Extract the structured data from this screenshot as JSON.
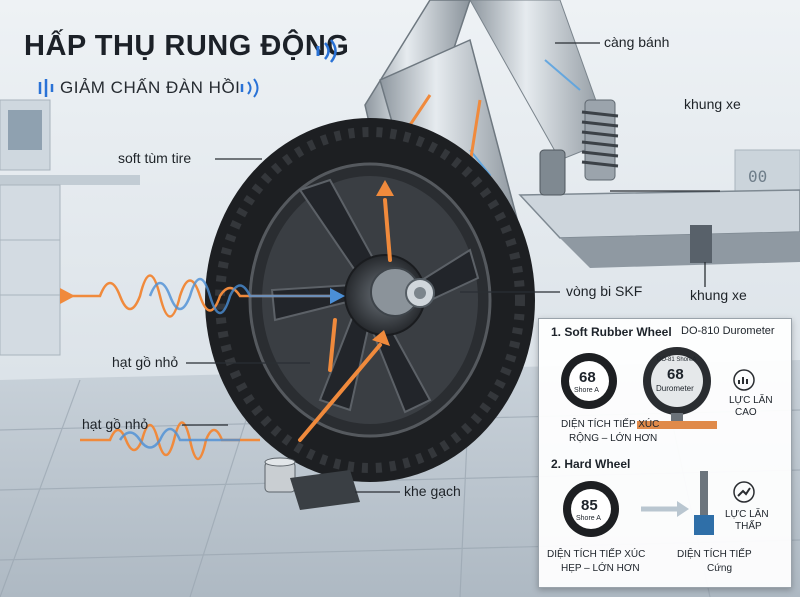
{
  "heading": {
    "title": "HẤP THỤ RUNG ĐỘNG",
    "subtitle": "GIẢM CHẤN ĐÀN HỒI"
  },
  "callouts": {
    "soft_tire": "soft tùm tire",
    "fork": "càng bánh",
    "frame_top": "khung xe",
    "bearing": "vòng bi SKF",
    "frame_bottom": "khung xe",
    "particle_1": "hạt gồ nhỏ",
    "particle_2": "hạt gồ nhỏ",
    "tile_gap": "khe gạch"
  },
  "panel": {
    "soft_heading": "1. Soft Rubber Wheel",
    "durometer_name": "DO-810 Durometer",
    "soft_gauge_value": "68",
    "soft_gauge_unit": "Shore A",
    "durometer_screen_label": "DO-81 ShoreA",
    "durometer_value": "68",
    "durometer_unit": "Durometer",
    "rolling_force_line1": "LỰC LĂN",
    "rolling_force_line2": "CAO",
    "soft_contact_line1": "DIỆN TÍCH TIẾP XÚC",
    "soft_contact_line2": "RỘNG – LỚN HƠN",
    "hard_heading": "2. Hard Wheel",
    "hard_gauge_value": "85",
    "hard_gauge_unit": "Shore A",
    "hard_force_line1": "LỰC LĂN",
    "hard_force_line2": "THẤP",
    "hard_contact_line1": "DIỆN TÍCH TIẾP XÚC",
    "hard_contact_line2": "HẸP – LỚN HƠN",
    "hard_contact2_line1": "DIỆN TÍCH TIẾP",
    "hard_contact2_line2": "Cứng"
  },
  "colors": {
    "accent_blue": "#2a72d6",
    "accent_orange": "#f08a3c",
    "tire_black": "#1d1f22",
    "fork_silver": "#b9c2ca"
  }
}
